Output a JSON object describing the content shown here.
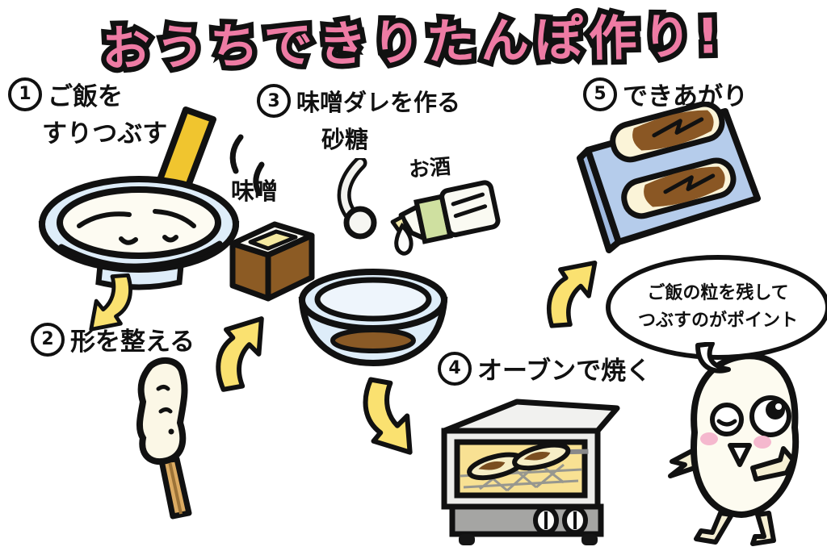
{
  "title": "おうちできりたんぽ作り!",
  "steps": {
    "step1": {
      "number": "1",
      "line1": "ご飯を",
      "line2": "すりつぶす"
    },
    "step2": {
      "number": "2",
      "label": "形を整える"
    },
    "step3": {
      "number": "3",
      "label": "味噌ダレを作る"
    },
    "step4": {
      "number": "4",
      "label": "オーブンで焼く"
    },
    "step5": {
      "number": "5",
      "label": "できあがり"
    }
  },
  "ingredient_labels": {
    "miso": "味噌",
    "sugar": "砂糖",
    "sake": "お酒"
  },
  "speech_bubble": {
    "line1": "ご飯の粒を残して",
    "line2": "つぶすのがポイント"
  },
  "icons": [
    "bowl-pestle-illustration",
    "curved-arrow-icon",
    "kiritanpo-stick-illustration",
    "miso-box-illustration",
    "ladle-spoon-illustration",
    "sake-bottle-illustration",
    "mixing-bowl-illustration",
    "toaster-oven-illustration",
    "plated-kiritanpo-illustration",
    "speech-bubble",
    "rice-grain-character-illustration"
  ],
  "colors": {
    "title_pink": "#EE7BA4",
    "outline_black": "#111111",
    "arrow_yellow": "#FAE170",
    "pestle_gold": "#F0C52F",
    "bowl_blue": "#DEEDF9",
    "rice_cream": "#FBF7E6",
    "stick_tan": "#DCAB62",
    "miso_brown": "#8C5B24",
    "miso_top_cream": "#F5E9A0",
    "sake_green": "#CFE0A0",
    "oven_glow_yellow": "#F8E193",
    "oven_gray": "#A5A5A3",
    "plate_blue": "#B5CCEB",
    "sauce_brown": "#8A5724",
    "cheek_pink": "#F5B8CE"
  }
}
